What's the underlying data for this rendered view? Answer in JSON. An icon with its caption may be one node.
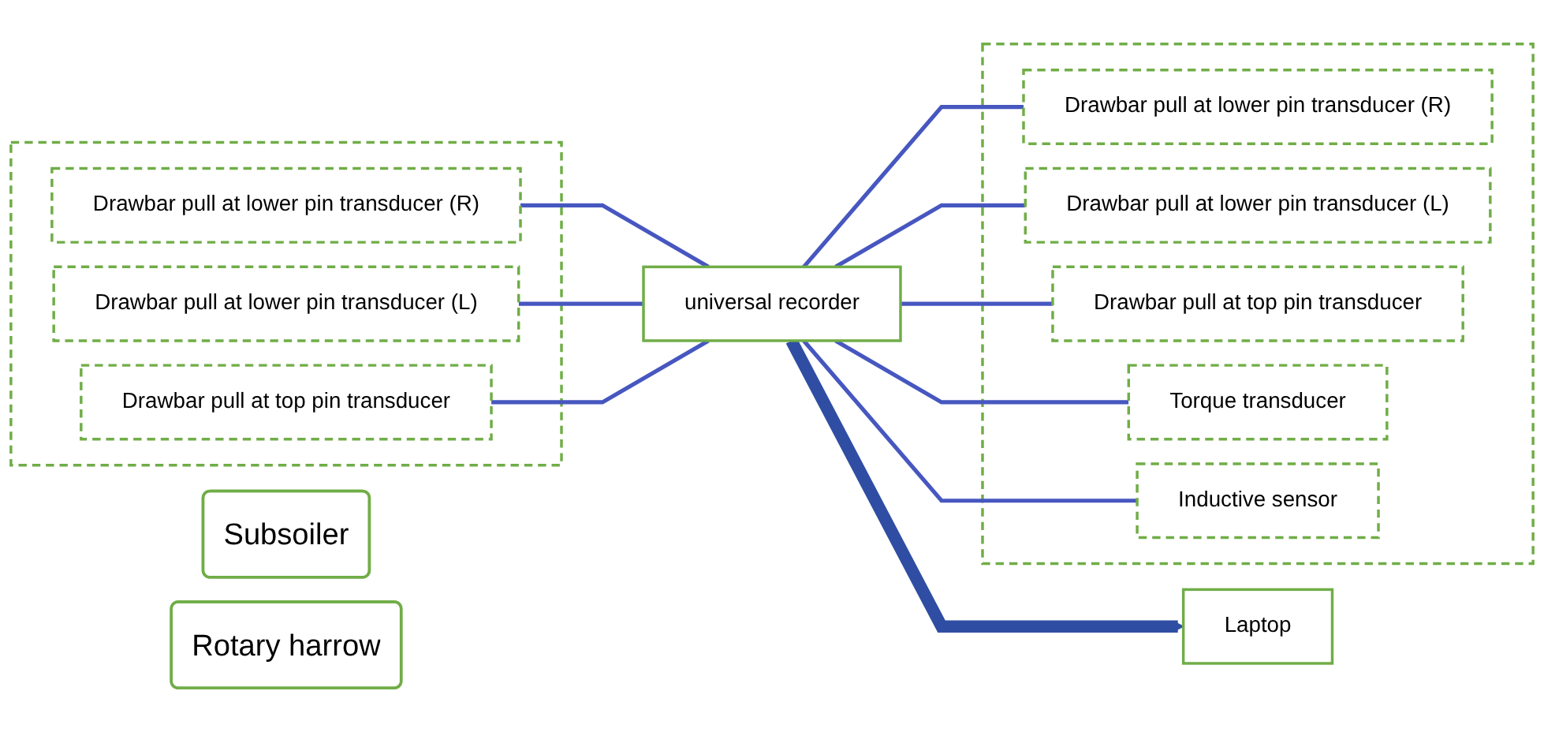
{
  "diagram": {
    "nodes": [
      {
        "text": [
          "Subsoiler"
        ]
      },
      {
        "text": [],
        "shape": "box"
      },
      {
        "text": [
          "Drawbar pull at lower pin transducer (R)"
        ],
        "in": 1
      },
      {
        "text": [
          "Drawbar pull at lower pin transducer (L)"
        ],
        "in": 1
      },
      {
        "text": [
          "Drawbar pull at top pin transducer"
        ],
        "in": 1
      },
      {
        "text": [
          "universal recorder"
        ]
      },
      {
        "text": [
          "Laptop"
        ]
      },
      {
        "text": [
          "Rotary harrow"
        ]
      },
      {
        "text": [],
        "shape": "box"
      },
      {
        "text": [
          "Drawbar pull at lower pin transducer (R)"
        ],
        "in": 8
      },
      {
        "text": [
          "Drawbar pull at lower pin transducer (L)"
        ],
        "in": 8
      },
      {
        "text": [
          "Drawbar pull at top pin transducer"
        ],
        "in": 8
      },
      {
        "text": [
          "Torque transducer"
        ],
        "in": 8
      },
      {
        "text": [
          "Inductive sensor"
        ],
        "in": 8
      }
    ],
    "edges": [
      {
        "from": 2,
        "to": 5,
        "arrow": "none",
        "color": "#4757c0"
      },
      {
        "from": 3,
        "to": 5,
        "arrow": "none",
        "color": "#4757c0"
      },
      {
        "from": 4,
        "to": 5,
        "arrow": "none",
        "color": "#4757c0"
      },
      {
        "from": 5,
        "to": 9,
        "arrow": "none",
        "color": "#4757c0"
      },
      {
        "from": 5,
        "to": 10,
        "arrow": "none",
        "color": "#4757c0"
      },
      {
        "from": 5,
        "to": 11,
        "arrow": "none",
        "color": "#4757c0"
      },
      {
        "from": 5,
        "to": 12,
        "arrow": "none",
        "color": "#4757c0"
      },
      {
        "from": 5,
        "to": 13,
        "arrow": "none",
        "color": "#4757c0"
      },
      {
        "from": 5,
        "to": 6,
        "arrow": "to",
        "style": "thick",
        "color": "#2f4ea3"
      }
    ]
  }
}
